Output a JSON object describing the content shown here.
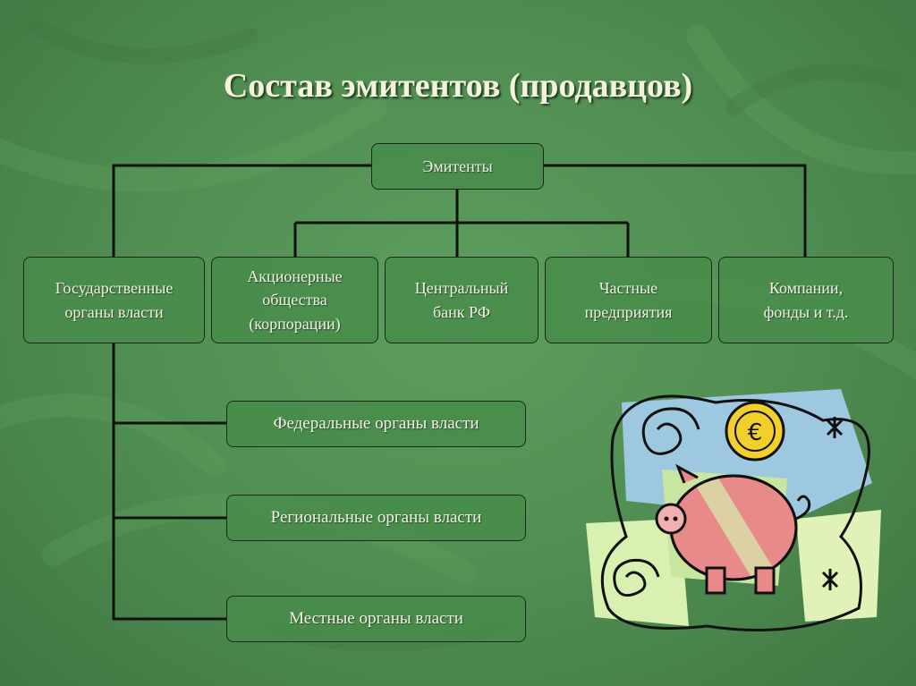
{
  "title": "Состав эмитентов (продавцов)",
  "root": "Эмитенты",
  "categories": [
    "Государственные\nорганы власти",
    "Акционерные\nобщества\n(корпорации)",
    "Центральный\nбанк РФ",
    "Частные\nпредприятия",
    "Компании,\nфонды и т.д."
  ],
  "government_levels": [
    "Федеральные органы власти",
    "Региональные органы власти",
    "Местные органы власти"
  ]
}
